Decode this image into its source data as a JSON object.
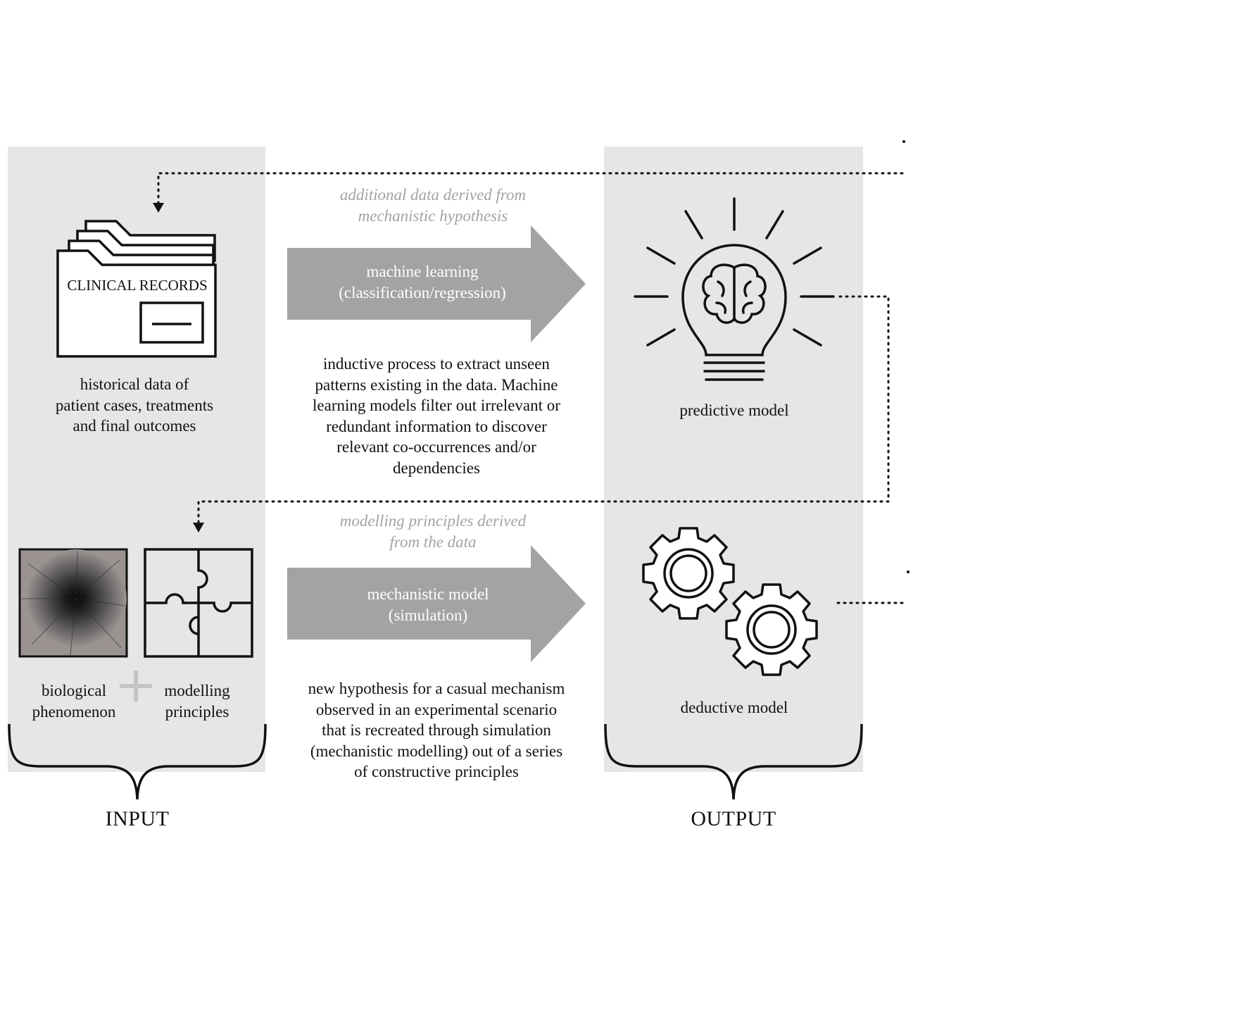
{
  "colors": {
    "panel": "#e6e6e6",
    "arrow": "#a3a3a3",
    "ink": "#111111",
    "note": "#a3a3a3"
  },
  "input": {
    "label": "INPUT",
    "clinical_records_title": "CLINICAL RECORDS",
    "historical_data": "historical data of\npatient cases, treatments\nand final outcomes",
    "biological_phenomenon": "biological\nphenomenon",
    "modelling_principles": "modelling\nprinciples"
  },
  "output": {
    "label": "OUTPUT",
    "predictive_model": "predictive model",
    "deductive_model": "deductive model"
  },
  "middle": {
    "top_note": "additional data derived from\nmechanistic hypothesis",
    "ml_arrow": "machine learning\n(classification/regression)",
    "ml_description": "inductive process to extract unseen\npatterns existing in the data. Machine\nlearning models filter out irrelevant or\nredundant information to discover\nrelevant co-occurrences and/or\ndependencies",
    "bottom_note": "modelling principles derived\nfrom the data",
    "mech_arrow": "mechanistic model\n(simulation)",
    "mech_description": "new hypothesis for a casual mechanism\nobserved in an experimental scenario\nthat is recreated through simulation\n(mechanistic modelling) out of a series\nof constructive principles"
  },
  "icons": [
    "folder-icon",
    "lightbulb-brain-icon",
    "gears-icon",
    "puzzle-icon",
    "microscopy-image",
    "plus-icon"
  ]
}
